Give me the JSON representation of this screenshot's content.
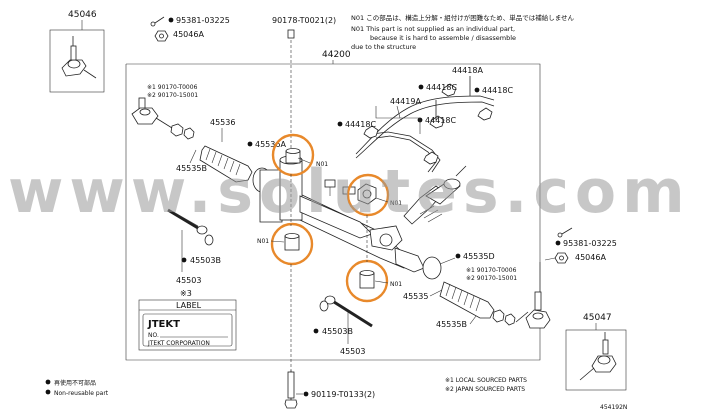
{
  "notes": {
    "n01_jp": "N01 この部品は、構造上分解・組付けが困難なため、単品では補給しません",
    "n01_en_1": "N01 This part is not supplied as an individual part,",
    "n01_en_2": "because it is hard to assemble / disassemble",
    "n01_en_3": "due to the structure"
  },
  "parts": {
    "p45046_top": "45046",
    "p95381_top": "95381-03225",
    "p45046a_top": "45046A",
    "p90178": "90178-T0021(2)",
    "p44200": "44200",
    "p44418a": "44418A",
    "p44418c_1": "44418C",
    "p44418c_2": "44418C",
    "p44418c_3": "44418C",
    "p44418c_4": "44418C",
    "p44419a": "44419A",
    "alt_left_1": "※1 90170-T0006",
    "alt_left_2": "※2 90170-15001",
    "p45536": "45536",
    "p45536a": "45536A",
    "p45535b_left": "45535B",
    "n01_a": "N01",
    "n01_b": "N01",
    "n01_c": "N01",
    "n01_d": "N01",
    "p45503b_left": "45503B",
    "p45503_left": "45503",
    "p45535d": "45535D",
    "alt_right_1": "※1 90170-T0006",
    "alt_right_2": "※2 90170-15001",
    "p45535": "45535",
    "p45535b_right": "45535B",
    "p45503b_right": "45503B",
    "p45503_right": "45503",
    "p95381_right": "95381-03225",
    "p45046a_right": "45046A",
    "p45047": "45047",
    "p90119": "90119-T0133(2)"
  },
  "label_box": {
    "ref": "※3",
    "title": "LABEL",
    "brand": "JTEKT",
    "no": "NO.",
    "corp": "JTEKT CORPORATION"
  },
  "legend": {
    "nonreuse_jp": "再使用不可部品",
    "nonreuse_en": "Non-reusable part",
    "local": "※1 LOCAL SOURCED PARTS",
    "japan": "※2 JAPAN SOURCED PARTS",
    "fig_id": "454192N"
  },
  "watermark": "www.solutes.com",
  "colors": {
    "highlight": "#e8892b",
    "watermark": "#9a9a9a"
  }
}
